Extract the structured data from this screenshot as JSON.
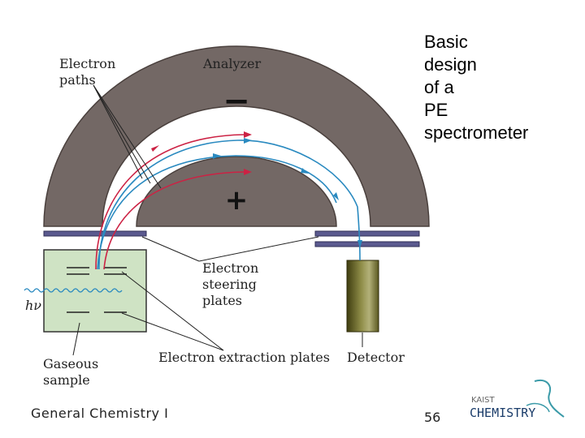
{
  "slide": {
    "title_lines": [
      "Basic",
      "design",
      "of a",
      "PE",
      "spectrometer"
    ],
    "footer_course": "General Chemistry I",
    "page_number": "56"
  },
  "diagram": {
    "labels": {
      "electron_paths_line1": "Electron",
      "electron_paths_line2": "paths",
      "analyzer": "Analyzer",
      "minus_sign": "−",
      "plus_sign": "+",
      "steering_line1": "Electron",
      "steering_line2": "steering",
      "steering_line3": "plates",
      "hv": "hν",
      "gaseous_line1": "Gaseous",
      "gaseous_line2": "sample",
      "extraction": "Electron extraction plates",
      "detector": "Detector"
    },
    "colors": {
      "analyzer_fill": "#736865",
      "analyzer_edge": "#4a403d",
      "plate_fill": "#5b5a8f",
      "sample_fill": "#cfe3c4",
      "detector_dark": "#4c4a14",
      "detector_light": "#a9a76a",
      "red_path": "#cc2244",
      "blue_path": "#2a8ac0",
      "pointer_line": "#222222"
    }
  },
  "logo": {
    "small_text": "KAIST",
    "big_text": "CHEMISTRY"
  }
}
